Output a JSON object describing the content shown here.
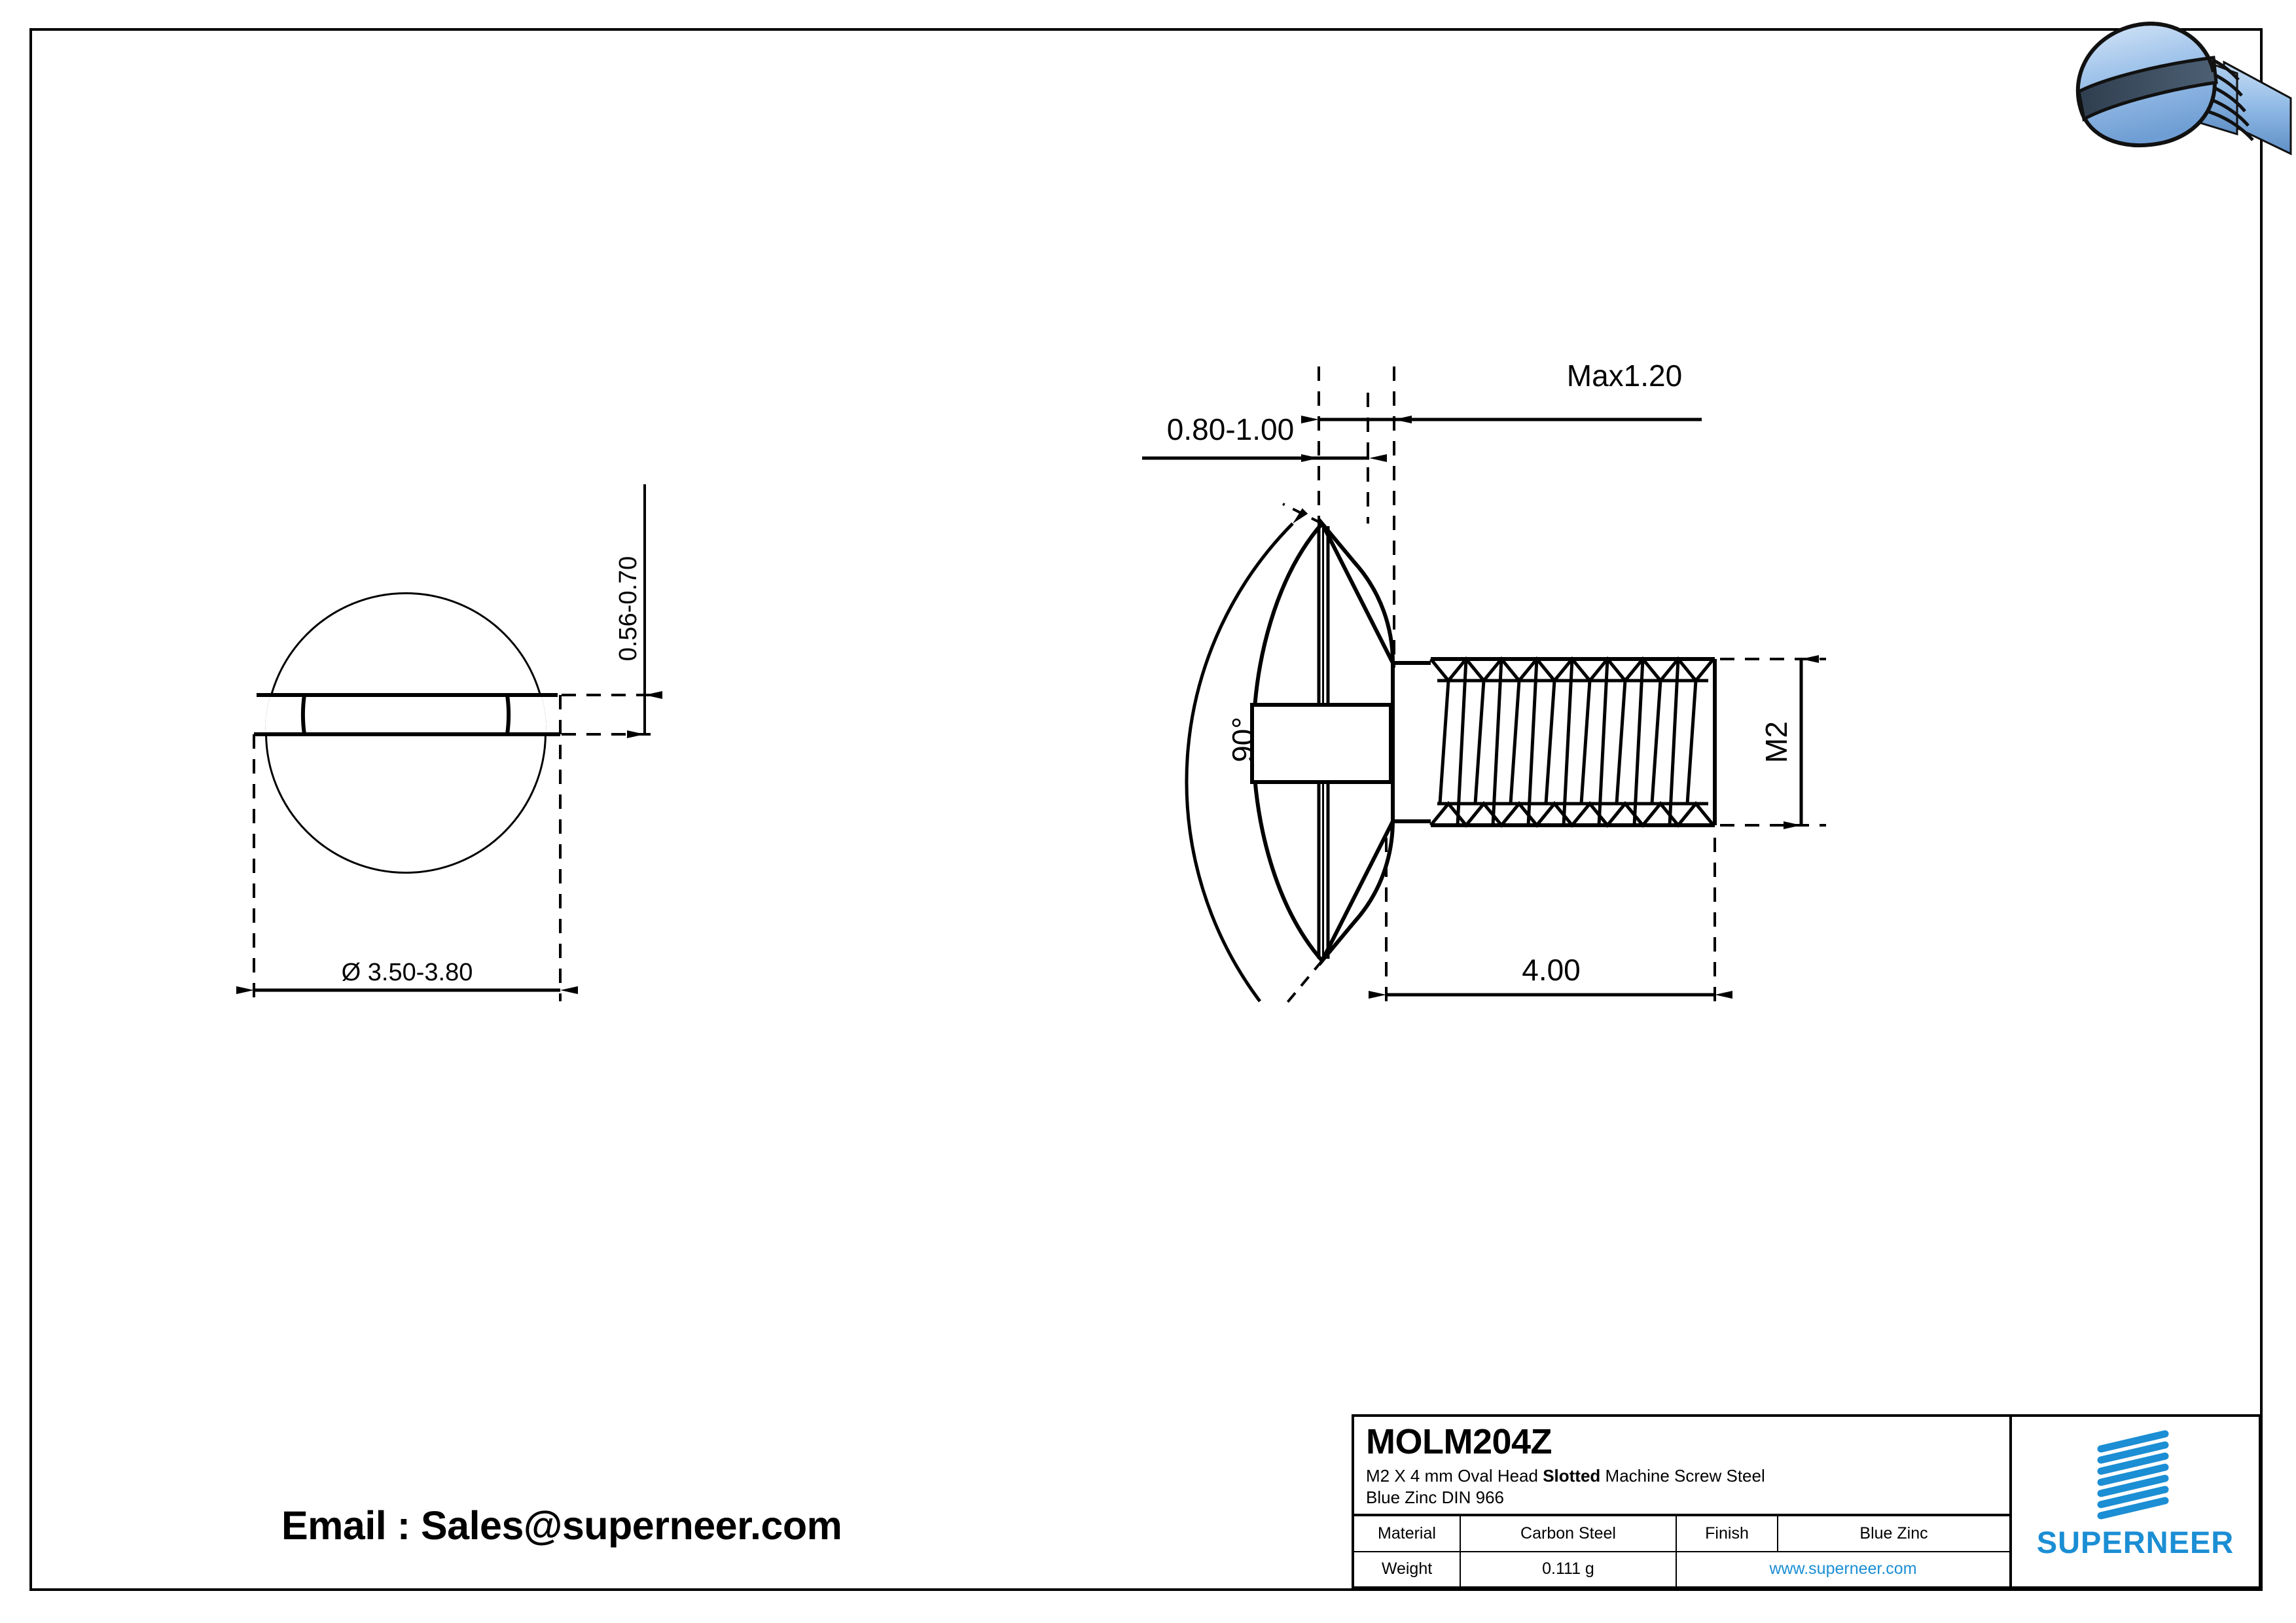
{
  "drawing": {
    "type": "engineering-drawing",
    "sheet_border": true,
    "views": [
      {
        "name": "front-view",
        "description": "Circular head with slot"
      },
      {
        "name": "side-view",
        "description": "Oval head slotted screw with threaded shank"
      }
    ],
    "dimensions": {
      "head_diameter": "Ø 3.50-3.80",
      "head_height": "0.56-0.70",
      "slot_width": "0.80-1.00",
      "slot_depth": "Max1.20",
      "head_angle": "90°",
      "thread_size": "M2",
      "length": "4.00"
    }
  },
  "model3d": {
    "name": "screw-3d-render",
    "body_color": "#93bde8",
    "highlight_color": "#cfe1f6",
    "slot_color": "#3d4f63",
    "outline_color": "#101010"
  },
  "email_line": "Email : Sales@superneer.com",
  "title_block": {
    "part_number": "MOLM204Z",
    "description_line1_pre": "M2 X 4 mm  Oval Head ",
    "description_line1_bold": "Slotted",
    "description_line1_post": " Machine Screw Steel",
    "description_line2": "Blue Zinc DIN 966",
    "material_label": "Material",
    "material_value": "Carbon Steel",
    "finish_label": "Finish",
    "finish_value": "Blue Zinc",
    "weight_label": "Weight",
    "weight_value": "0.111 g",
    "website": "www.superneer.com",
    "brand": "SUPERNEER",
    "brand_color": "#1b8ed4"
  }
}
